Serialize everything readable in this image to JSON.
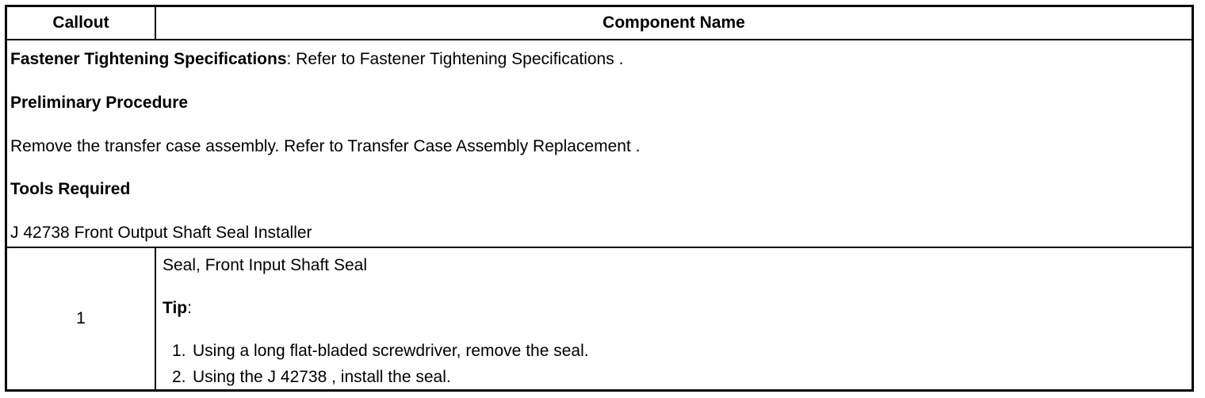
{
  "table": {
    "header": {
      "callout": "Callout",
      "component": "Component Name"
    },
    "intro": {
      "fastener_label": "Fastener Tightening Specifications",
      "fastener_text": ": Refer to Fastener Tightening Specifications .",
      "preliminary_heading": "Preliminary Procedure",
      "preliminary_text": "Remove the transfer case assembly. Refer to Transfer Case Assembly Replacement .",
      "tools_heading": "Tools Required",
      "tools_text": "J 42738 Front Output Shaft Seal Installer"
    },
    "rows": [
      {
        "callout": "1",
        "name": "Seal, Front Input Shaft Seal",
        "tip_label": "Tip",
        "tip_colon": ":",
        "steps": [
          {
            "num": "1.",
            "text": "Using a long flat-bladed screwdriver, remove the seal."
          },
          {
            "num": "2.",
            "text": "Using the J 42738 , install the seal."
          }
        ]
      }
    ]
  }
}
